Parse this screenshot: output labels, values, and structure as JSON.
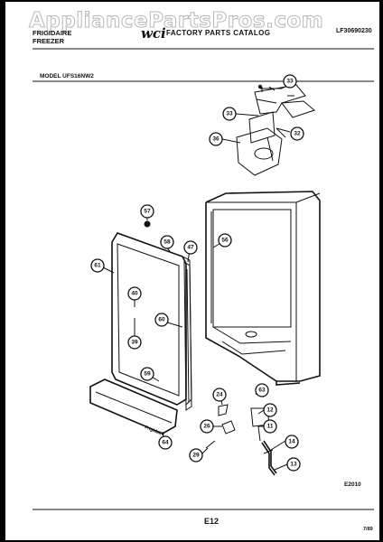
{
  "watermark": "AppliancePartsPros.com",
  "header": {
    "brand": "FRIGIDAIRE",
    "product": "FREEZER",
    "catalog_title": "FACTORY PARTS CATALOG",
    "catalog_number": "LF30690230",
    "model": "MODEL UFS16NW2"
  },
  "callouts": [
    "33",
    "33",
    "32",
    "36",
    "57",
    "58",
    "47",
    "56",
    "61",
    "40",
    "60",
    "39",
    "59",
    "24",
    "63",
    "12",
    "26",
    "11",
    "14",
    "64",
    "29",
    "13"
  ],
  "footer": {
    "illustration_code": "E2010",
    "page": "E12",
    "date": "7/89"
  }
}
